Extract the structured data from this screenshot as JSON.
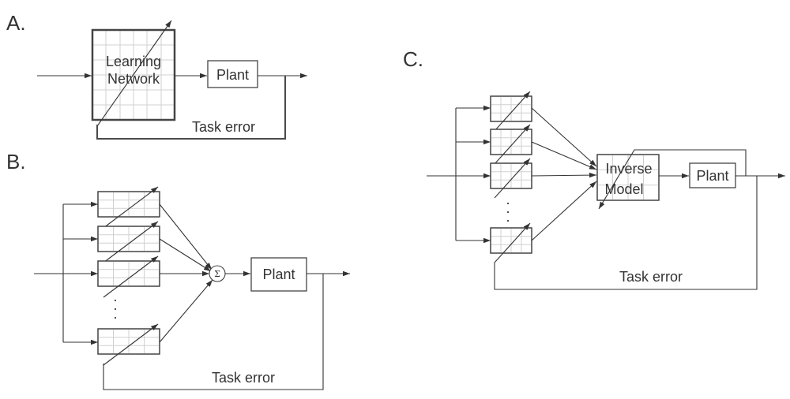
{
  "panels": {
    "a": {
      "label": "A.",
      "learning_network_line1": "Learning",
      "learning_network_line2": "Network",
      "plant": "Plant",
      "feedback": "Task error"
    },
    "b": {
      "label": "B.",
      "sum_symbol": "Σ",
      "plant": "Plant",
      "feedback": "Task error",
      "ellipsis": "·"
    },
    "c": {
      "label": "C.",
      "inverse_model_line1": "Inverse",
      "inverse_model_line2": "Model",
      "plant": "Plant",
      "feedback": "Task error",
      "ellipsis": "·"
    }
  }
}
